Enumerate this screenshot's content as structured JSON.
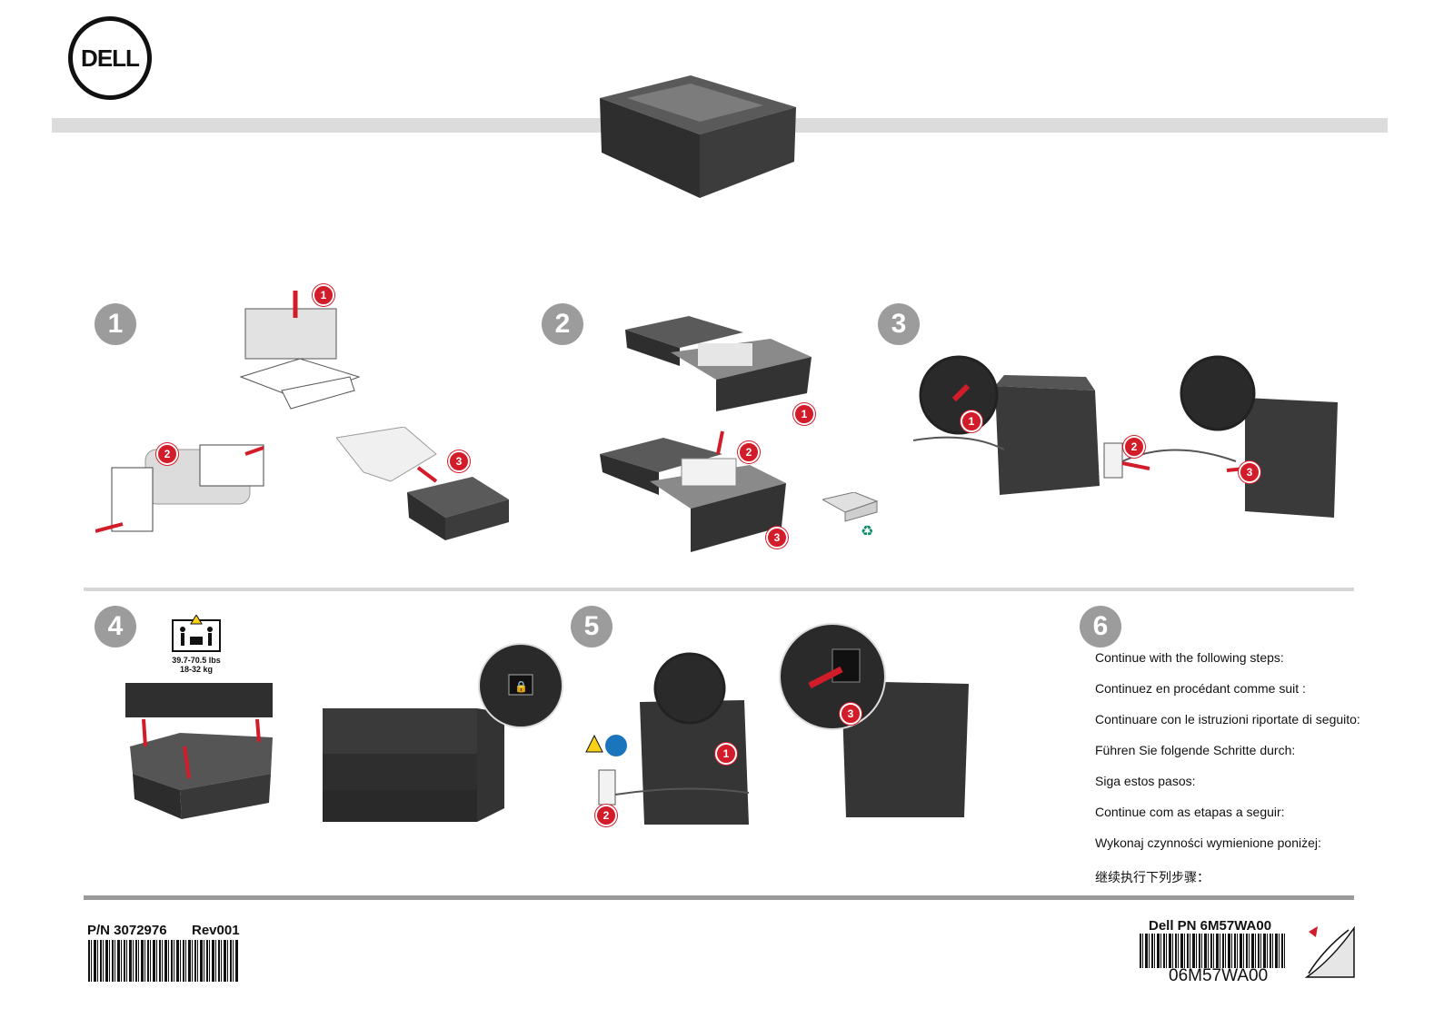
{
  "logo": {
    "text": "DELL"
  },
  "steps": [
    "1",
    "2",
    "3",
    "4",
    "5",
    "6"
  ],
  "callouts": {
    "s1": [
      "1",
      "2",
      "3"
    ],
    "s2": [
      "1",
      "2",
      "3"
    ],
    "s3": [
      "1",
      "2",
      "3"
    ],
    "s5": [
      "1",
      "2",
      "3"
    ]
  },
  "weight_label": {
    "lbs": "39.7-70.5 lbs",
    "kg": "18-32 kg"
  },
  "instructions": [
    "Continue with the following steps:",
    "Continuez en procédant comme suit :",
    "Continuare con le istruzioni riportate di seguito:",
    "Führen Sie folgende Schritte durch:",
    "Siga estos pasos:",
    "Continue com as etapas a seguir:",
    "Wykonaj czynności wymienione poniżej:",
    "继续执行下列步骤："
  ],
  "footer": {
    "part_number": "P/N 3072976",
    "revision": "Rev001",
    "dell_pn": "Dell PN 6M57WA00",
    "barcode_text": "06M57WA00"
  },
  "colors": {
    "callout_red": "#d31c2a",
    "step_gray": "#9c9c9c",
    "device_dark": "#3a3a3a"
  }
}
